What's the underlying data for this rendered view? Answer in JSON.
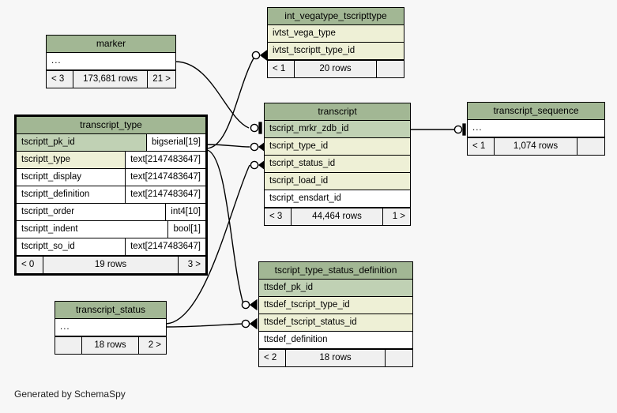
{
  "diagram": {
    "credit": "Generated by SchemaSpy",
    "background_color": "#f7f7f7",
    "header_color": "#a2b794",
    "pk_row_color": "#c0d1b4",
    "indexed_row_color": "#eef0d6",
    "footer_color": "#f0f0f0",
    "ellipsis": "..."
  },
  "tables": {
    "marker": {
      "title": "marker",
      "rows": [
        {
          "name": "...",
          "type": "",
          "style": "ellipsis"
        }
      ],
      "footer": {
        "left": "< 3",
        "mid": "173,681 rows",
        "right": "21 >"
      }
    },
    "int_vegatype_tscripttype": {
      "title": "int_vegatype_tscripttype",
      "rows": [
        {
          "name": "ivtst_vega_type",
          "type": "",
          "style": "idx"
        },
        {
          "name": "ivtst_tscriptt_type_id",
          "type": "",
          "style": "idx"
        }
      ],
      "footer": {
        "left": "< 1",
        "mid": "20 rows",
        "right": ""
      }
    },
    "transcript": {
      "title": "transcript",
      "rows": [
        {
          "name": "tscript_mrkr_zdb_id",
          "type": "",
          "style": "pk"
        },
        {
          "name": "tscript_type_id",
          "type": "",
          "style": "idx"
        },
        {
          "name": "tscript_status_id",
          "type": "",
          "style": "idx"
        },
        {
          "name": "tscript_load_id",
          "type": "",
          "style": "idx"
        },
        {
          "name": "tscript_ensdart_id",
          "type": "",
          "style": "plain"
        }
      ],
      "footer": {
        "left": "< 3",
        "mid": "44,464 rows",
        "right": "1 >"
      }
    },
    "transcript_sequence": {
      "title": "transcript_sequence",
      "rows": [
        {
          "name": "...",
          "type": "",
          "style": "ellipsis"
        }
      ],
      "footer": {
        "left": "< 1",
        "mid": "1,074 rows",
        "right": ""
      }
    },
    "transcript_type": {
      "title": "transcript_type",
      "focal": true,
      "rows": [
        {
          "name": "tscriptt_pk_id",
          "type": "bigserial[19]",
          "style": "pk"
        },
        {
          "name": "tscriptt_type",
          "type": "text[2147483647]",
          "style": "idx"
        },
        {
          "name": "tscriptt_display",
          "type": "text[2147483647]",
          "style": "plain"
        },
        {
          "name": "tscriptt_definition",
          "type": "text[2147483647]",
          "style": "plain"
        },
        {
          "name": "tscriptt_order",
          "type": "int4[10]",
          "style": "plain"
        },
        {
          "name": "tscriptt_indent",
          "type": "bool[1]",
          "style": "plain"
        },
        {
          "name": "tscriptt_so_id",
          "type": "text[2147483647]",
          "style": "plain"
        }
      ],
      "footer": {
        "left": "< 0",
        "mid": "19 rows",
        "right": "3 >"
      }
    },
    "transcript_status": {
      "title": "transcript_status",
      "rows": [
        {
          "name": "...",
          "type": "",
          "style": "ellipsis"
        }
      ],
      "footer": {
        "left": "",
        "mid": "18 rows",
        "right": "2 >"
      }
    },
    "tscript_type_status_definition": {
      "title": "tscript_type_status_definition",
      "rows": [
        {
          "name": "ttsdef_pk_id",
          "type": "",
          "style": "pk"
        },
        {
          "name": "ttsdef_tscript_type_id",
          "type": "",
          "style": "idx"
        },
        {
          "name": "ttsdef_tscript_status_id",
          "type": "",
          "style": "idx"
        },
        {
          "name": "ttsdef_definition",
          "type": "",
          "style": "plain"
        }
      ],
      "footer": {
        "left": "< 2",
        "mid": "18 rows",
        "right": ""
      }
    }
  },
  "relationships": [
    {
      "name": "marker-to-transcript",
      "from": "marker",
      "to": "transcript.tscript_mrkr_zdb_id",
      "end": "one"
    },
    {
      "name": "transcript_type-to-int_vegatype",
      "from": "transcript_type",
      "to": "int_vegatype_tscripttype.ivtst_tscriptt_type_id",
      "end": "many"
    },
    {
      "name": "transcript_type-to-transcript-type-id",
      "from": "transcript_type",
      "to": "transcript.tscript_type_id",
      "end": "many"
    },
    {
      "name": "transcript_status-to-transcript-status-id",
      "from": "transcript_status",
      "to": "transcript.tscript_status_id",
      "end": "many"
    },
    {
      "name": "transcript-to-transcript_sequence",
      "from": "transcript",
      "to": "transcript_sequence",
      "end": "one"
    },
    {
      "name": "transcript_type-to-ttsdef-type-id",
      "from": "transcript_type",
      "to": "tscript_type_status_definition.ttsdef_tscript_type_id",
      "end": "many"
    },
    {
      "name": "transcript_status-to-ttsdef-status-id",
      "from": "transcript_status",
      "to": "tscript_type_status_definition.ttsdef_tscript_status_id",
      "end": "many"
    }
  ]
}
